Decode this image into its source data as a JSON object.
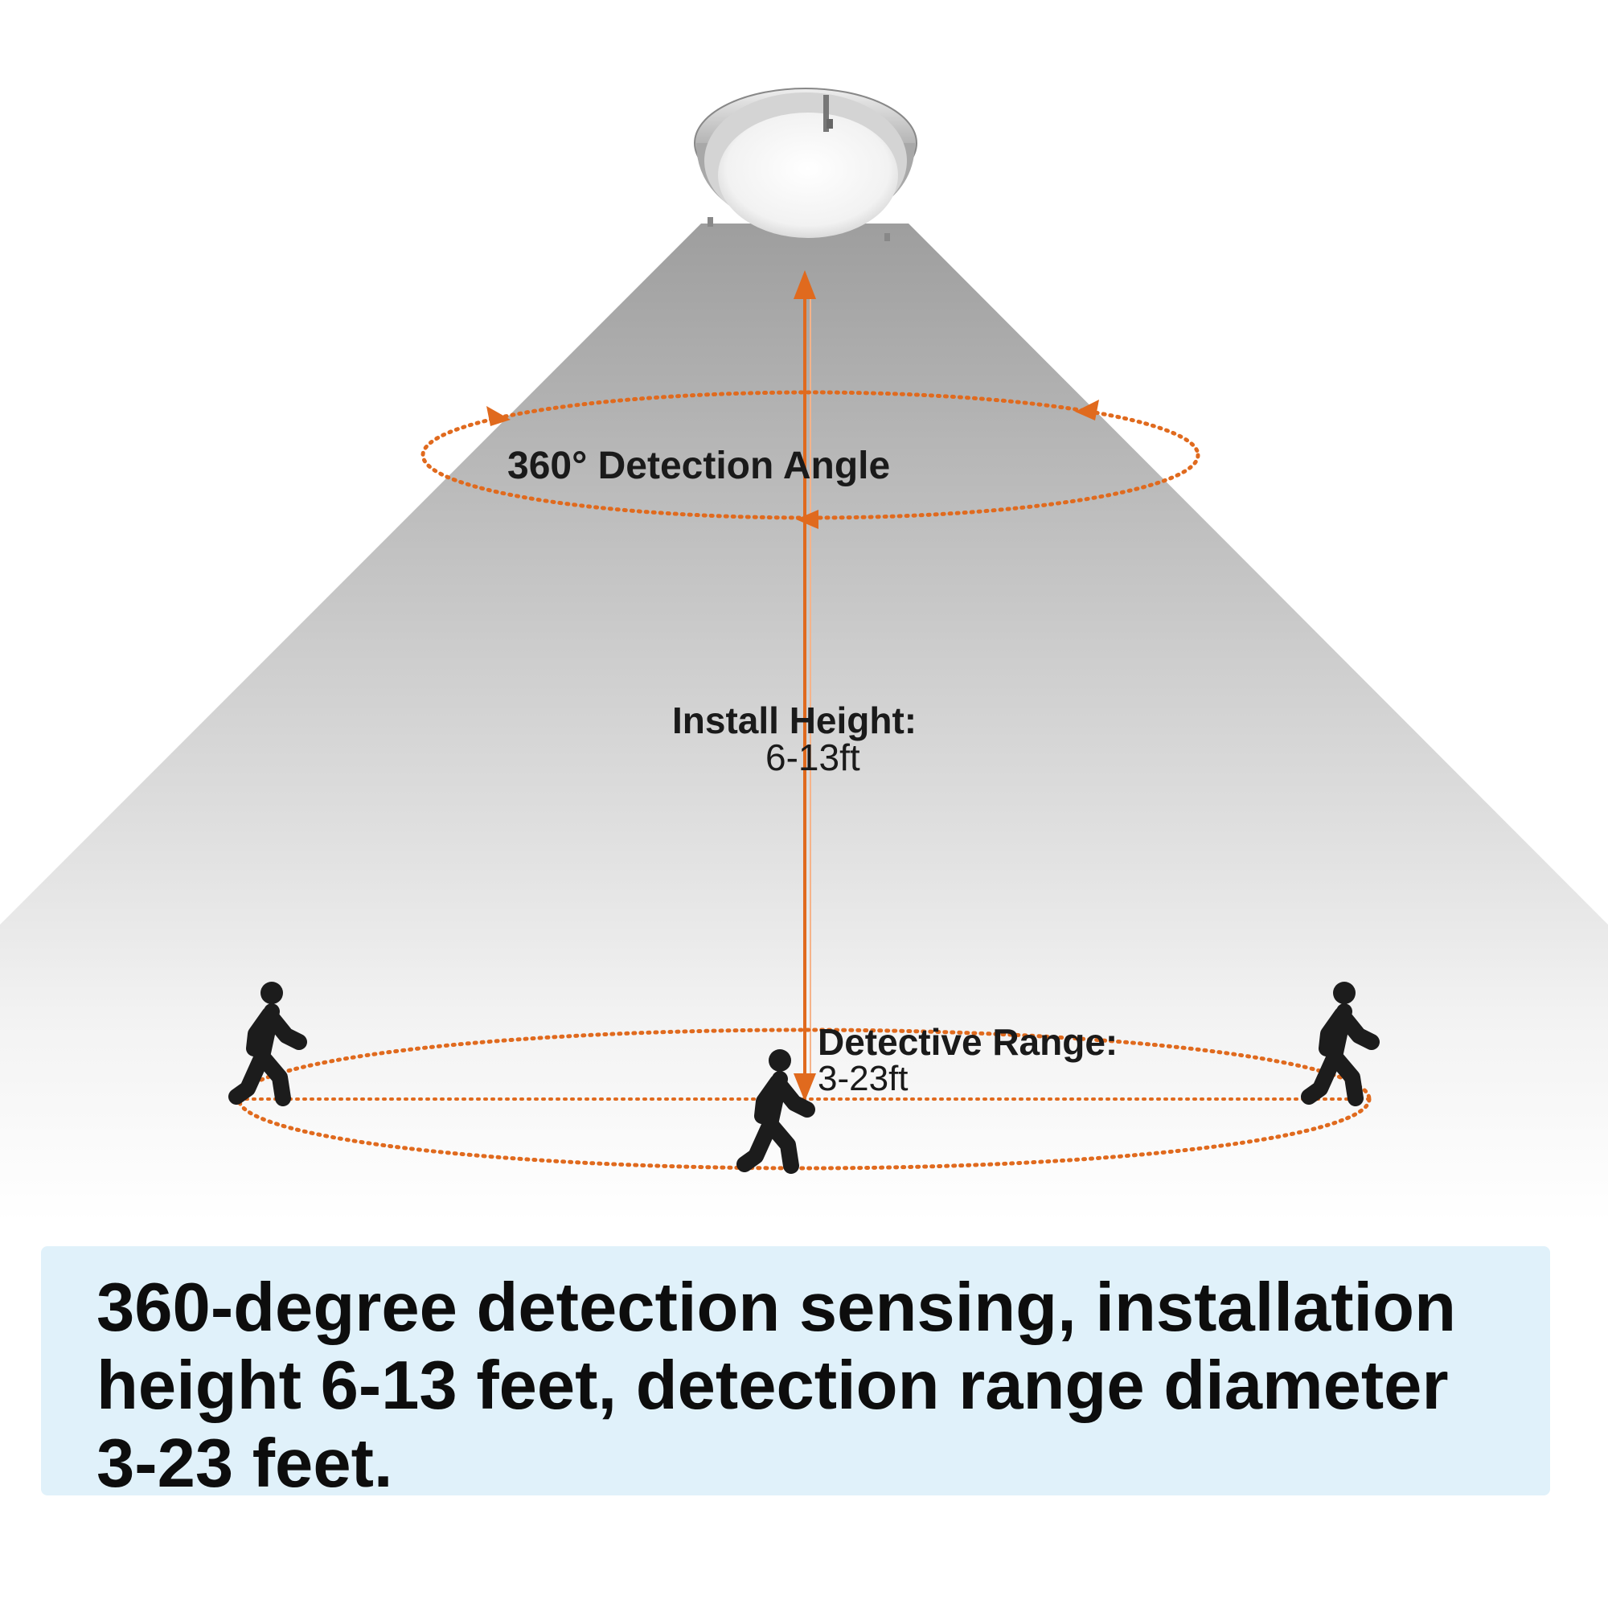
{
  "labels": {
    "detection_angle": "360° Detection Angle",
    "install_height_title": "Install Height:",
    "install_height_value": "6-13ft",
    "detective_range_title": "Detective Range:",
    "detective_range_value": "3-23ft"
  },
  "caption": "360-degree detection sensing, installation height 6-13 feet, detection range diameter 3-23 feet.",
  "colors": {
    "accent": "#e06a1e",
    "caption_background": "#e0f1fa",
    "figure": "#1c1c1c",
    "light_fixture_trim": "#b9b9b9"
  },
  "icons": [
    "ceiling-light-icon",
    "walking-person-icon"
  ]
}
